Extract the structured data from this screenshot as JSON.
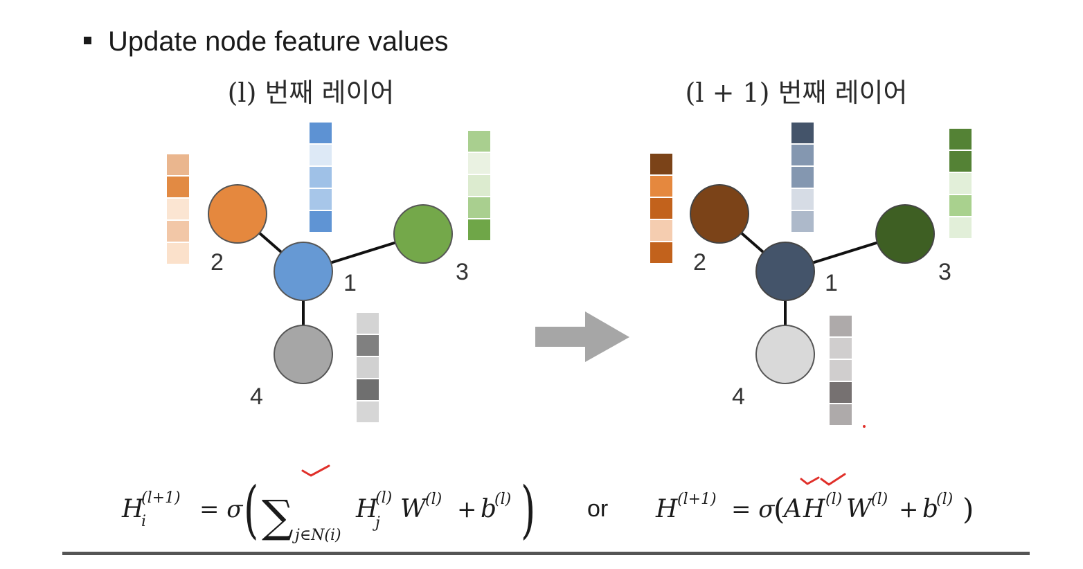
{
  "bullet": {
    "text": "Update node feature values"
  },
  "panels": [
    {
      "id": "left",
      "title": "(l) 번째 레이어",
      "nodes": [
        {
          "label": "1",
          "color": "#6699d4"
        },
        {
          "label": "2",
          "color": "#e5883e"
        },
        {
          "label": "3",
          "color": "#74a84a"
        },
        {
          "label": "4",
          "color": "#a6a6a6"
        }
      ],
      "feature_vectors": [
        {
          "node": "2",
          "cells": [
            "#eab68e",
            "#e28a43",
            "#fbe5d2",
            "#f2c7a7",
            "#fbe1cb"
          ]
        },
        {
          "node": "1",
          "cells": [
            "#5d92d3",
            "#dde9f6",
            "#9fc1e7",
            "#a7c6e9",
            "#5f94d4"
          ]
        },
        {
          "node": "3",
          "cells": [
            "#a9cf8f",
            "#eaf2e2",
            "#dcebcf",
            "#a9cf8f",
            "#6fa648"
          ]
        },
        {
          "node": "4",
          "cells": [
            "#d4d4d4",
            "#808080",
            "#d1d1d1",
            "#6f6f6f",
            "#d6d6d6"
          ]
        }
      ]
    },
    {
      "id": "right",
      "title": "(l + 1) 번째 레이어",
      "nodes": [
        {
          "label": "1",
          "color": "#44546a"
        },
        {
          "label": "2",
          "color": "#7b4318"
        },
        {
          "label": "3",
          "color": "#3e5f23"
        },
        {
          "label": "4",
          "color": "#d9d9d9"
        }
      ],
      "feature_vectors": [
        {
          "node": "2",
          "cells": [
            "#7b4318",
            "#e5883e",
            "#c2621c",
            "#f5cdb0",
            "#c2621c"
          ]
        },
        {
          "node": "1",
          "cells": [
            "#44546a",
            "#8497b0",
            "#8497b0",
            "#d6dce5",
            "#adb9ca"
          ]
        },
        {
          "node": "3",
          "cells": [
            "#548235",
            "#548235",
            "#e2efd9",
            "#a9d18e",
            "#e2efd9"
          ]
        },
        {
          "node": "4",
          "cells": [
            "#aeaaaa",
            "#d0cece",
            "#d0cece",
            "#767171",
            "#aeaaaa"
          ]
        }
      ]
    }
  ],
  "arrow": {
    "color": "#a6a6a6"
  },
  "formulas": {
    "node_wise": {
      "H": "H",
      "sub_i": "i",
      "sup_next": "(l+1)",
      "eq_sigma": "= σ",
      "sum": "∑",
      "sum_sub": "j∈N(i)",
      "Hj": "H",
      "sub_j": "j",
      "sup_l": "(l)",
      "W": "W",
      "plus": "+",
      "b": "b"
    },
    "or": "or",
    "matrix": {
      "H": "H",
      "sup_next": "(l+1)",
      "eq_sigma": "= σ",
      "A": "A",
      "H2": "H",
      "sup_l": "(l)",
      "W": "W",
      "plus": "+",
      "b": "b"
    }
  },
  "colors": {
    "annotation_red": "#e0302a",
    "edge": "#111111",
    "divider": "#555555"
  }
}
